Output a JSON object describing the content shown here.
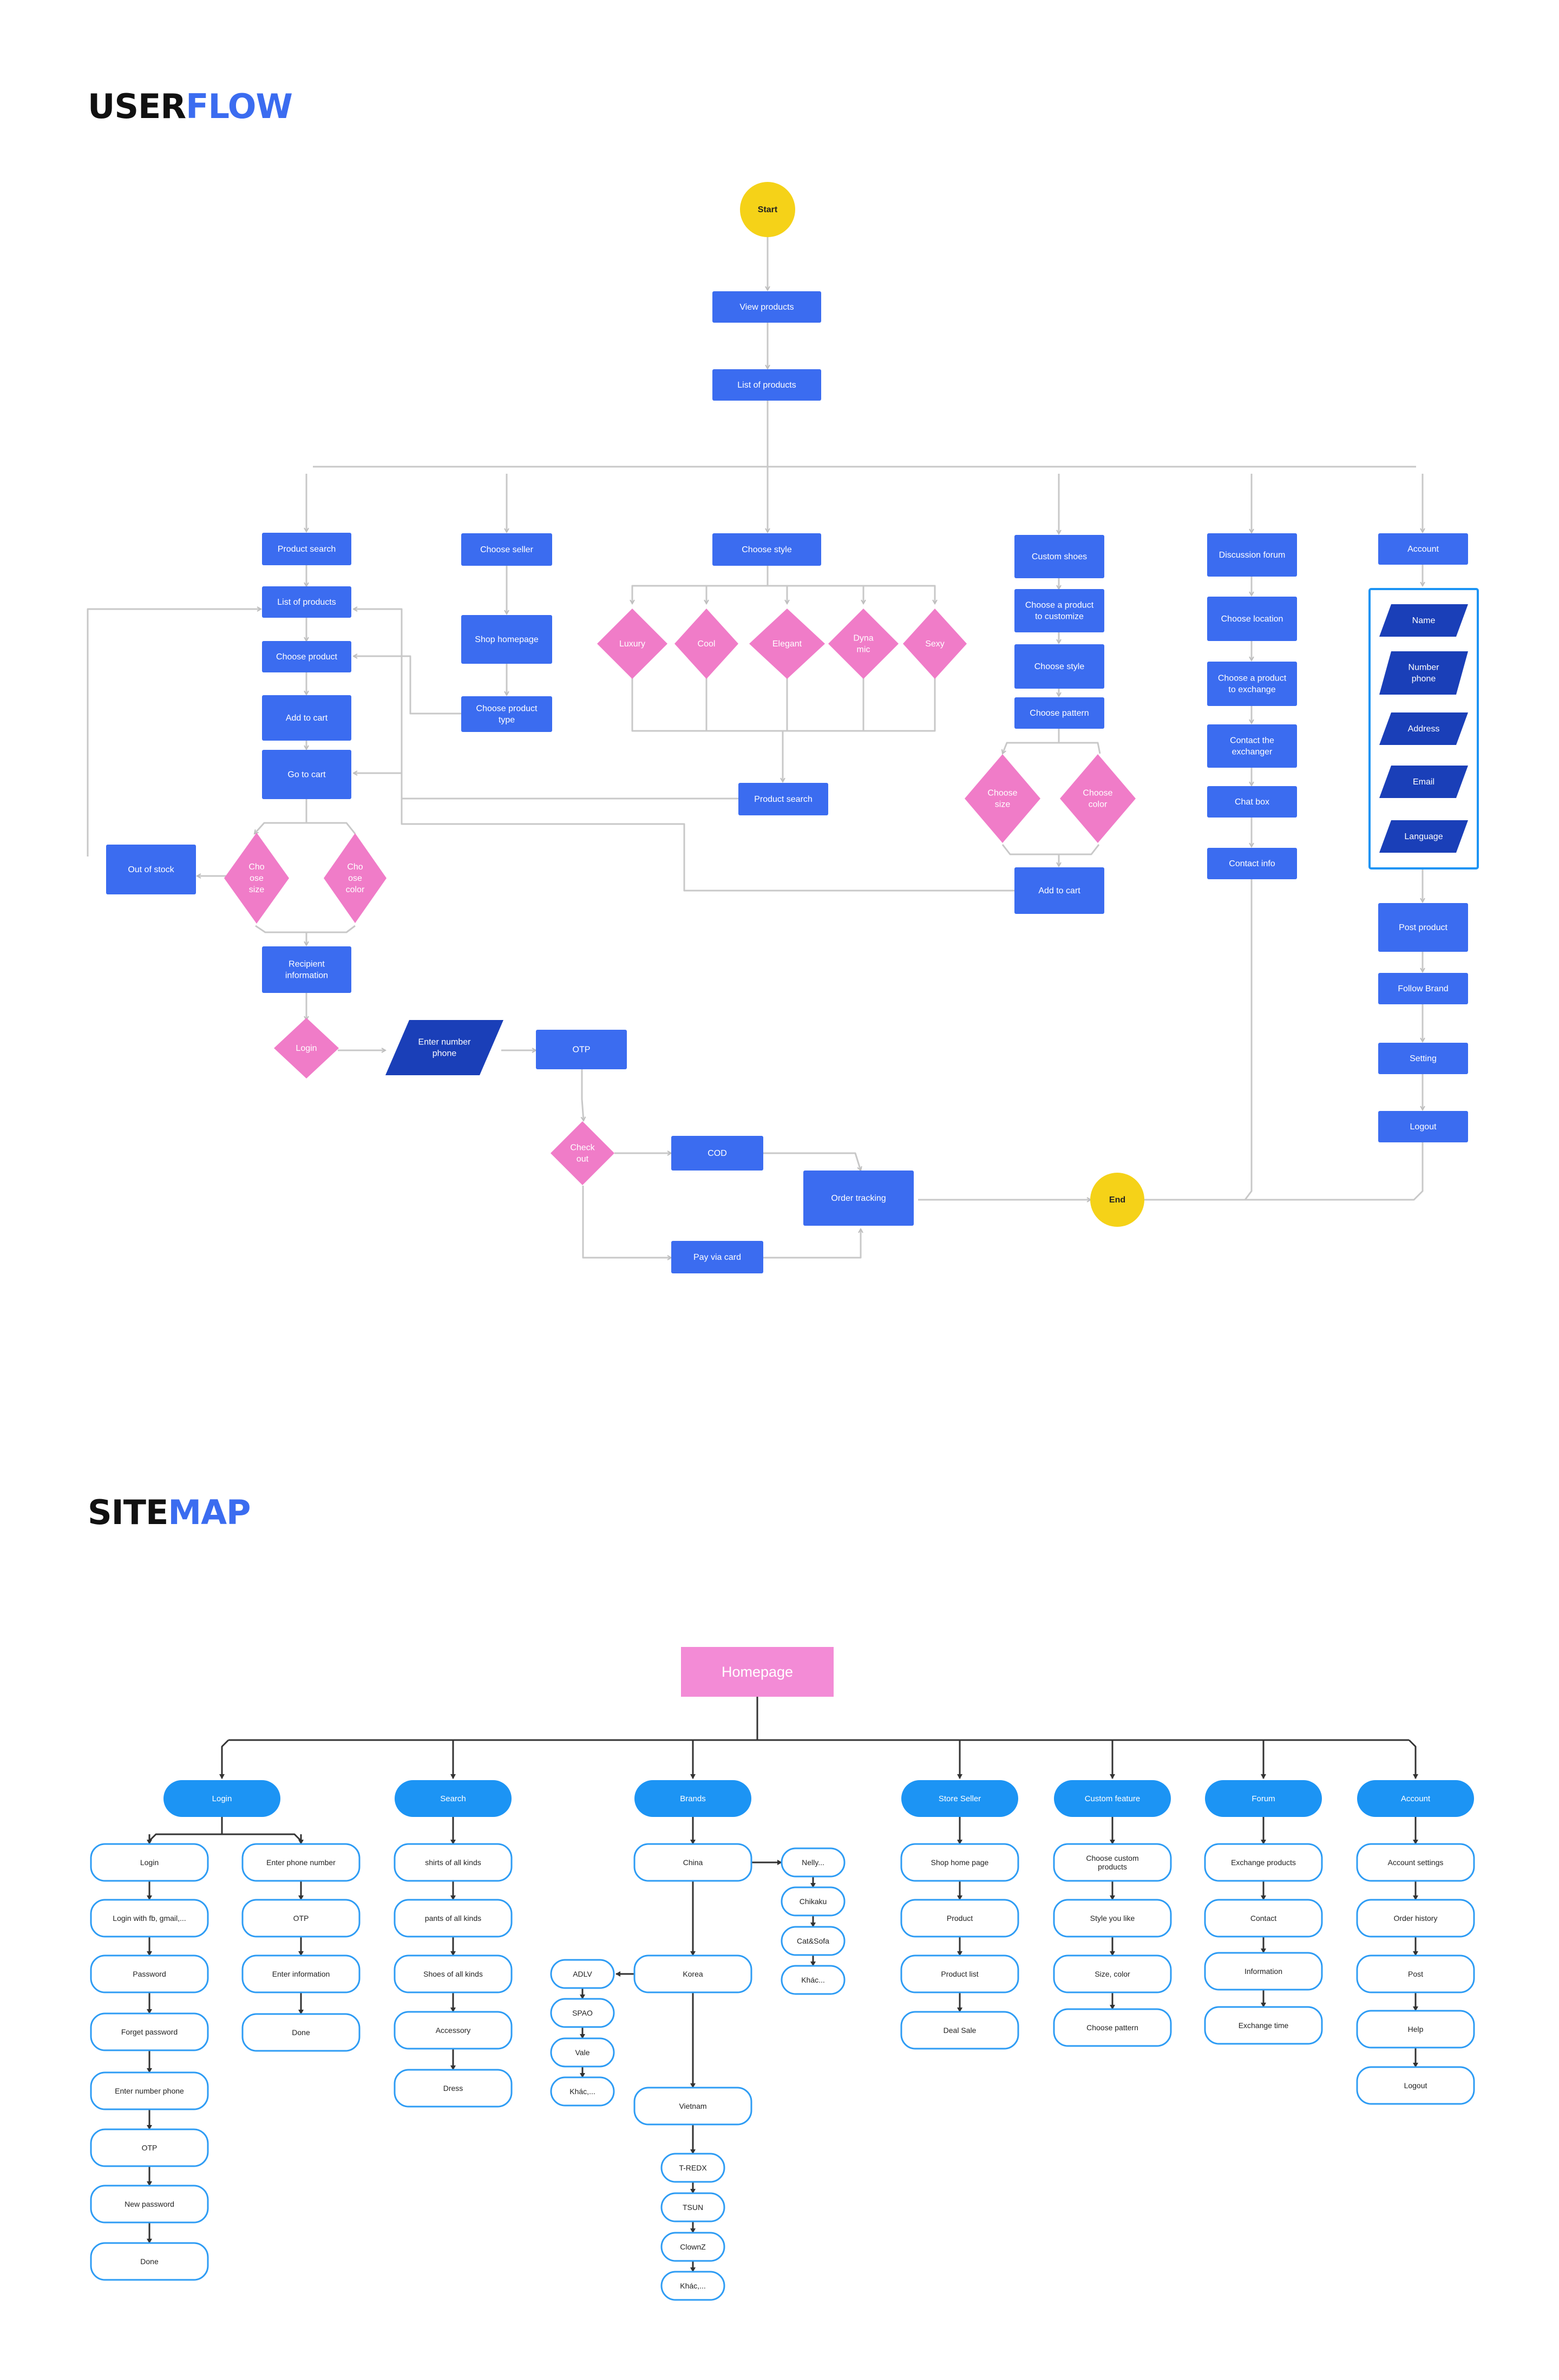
{
  "userflow": {
    "title_a": "USER",
    "title_b": "FLOW",
    "nodes": {
      "start": "Start",
      "view_products": "View products",
      "list_of_products_top": "List of products",
      "product_search": "Product search",
      "list_of_products": "List of products",
      "choose_product": "Choose product",
      "add_to_cart": "Add to cart",
      "go_to_cart": "Go to cart",
      "choose_size_left": "Cho\nose\nsize",
      "choose_color_left": "Cho\nose\ncolor",
      "out_of_stock": "Out of stock",
      "recipient_information": "Recipient\ninformation",
      "login": "Login",
      "enter_number_phone": "Enter number\nphone",
      "otp": "OTP",
      "check_out": "Check\nout",
      "cod": "COD",
      "pay_via_card": "Pay via card",
      "order_tracking": "Order tracking",
      "end": "End",
      "choose_seller": "Choose seller",
      "shop_homepage": "Shop homepage",
      "choose_product_type": "Choose product\ntype",
      "choose_style": "Choose style",
      "luxury": "Luxury",
      "cool": "Cool",
      "elegant": "Elegant",
      "dynamic": "Dyna\nmic",
      "sexy": "Sexy",
      "product_search_mid": "Product search",
      "custom_shoes": "Custom shoes",
      "choose_product_customize": "Choose a product\nto customize",
      "choose_style_custom": "Choose style",
      "choose_pattern": "Choose pattern",
      "choose_size_right": "Choose\nsize",
      "choose_color_right": "Choose\ncolor",
      "add_to_cart_right": "Add to cart",
      "discussion_forum": "Discussion forum",
      "choose_location": "Choose location",
      "choose_product_exchange": "Choose a product\nto exchange",
      "contact_exchanger": "Contact the\nexchanger",
      "chat_box": "Chat box",
      "contact_info": "Contact info",
      "account": "Account",
      "name": "Name",
      "number_phone": "Number\nphone",
      "address": "Address",
      "email": "Email",
      "language": "Language",
      "post_product": "Post product",
      "follow_brand": "Follow Brand",
      "setting": "Setting",
      "logout": "Logout"
    }
  },
  "sitemap": {
    "title_a": "SITE",
    "title_b": "MAP",
    "homepage": "Homepage",
    "columns": {
      "login": {
        "header": "Login",
        "left": [
          "Login",
          "Login with fb, gmail,...",
          "Password",
          "Forget password",
          "Enter number phone",
          "OTP",
          "New password",
          "Done"
        ],
        "right": [
          "Enter phone number",
          "OTP",
          "Enter information",
          "Done"
        ]
      },
      "search": {
        "header": "Search",
        "items": [
          "shirts of all kinds",
          "pants of all kinds",
          "Shoes of all kinds",
          "Accessory",
          "Dress"
        ]
      },
      "brands": {
        "header": "Brands",
        "china": "China",
        "china_items": [
          "Nelly...",
          "Chikaku",
          "Cat&Sofa",
          "Khác..."
        ],
        "korea": "Korea",
        "korea_items": [
          "ADLV",
          "SPAO",
          "Vale",
          "Khác,..."
        ],
        "vietnam": "Vietnam",
        "vietnam_items": [
          "T-REDX",
          "TSUN",
          "ClownZ",
          "Khác,..."
        ]
      },
      "store_seller": {
        "header": "Store Seller",
        "items": [
          "Shop home page",
          "Product",
          "Product list",
          "Deal Sale"
        ]
      },
      "custom_feature": {
        "header": "Custom feature",
        "items": [
          "Choose custom\nproducts",
          "Style you like",
          "Size, color",
          "Choose pattern"
        ]
      },
      "forum": {
        "header": "Forum",
        "items": [
          "Exchange products",
          "Contact",
          "Information",
          "Exchange time"
        ]
      },
      "account": {
        "header": "Account",
        "items": [
          "Account settings",
          "Order history",
          "Post",
          "Help",
          "Logout"
        ]
      }
    }
  },
  "colors": {
    "blue_box": "#3b6cf0",
    "dark_para": "#1a3fb8",
    "pink": "#f07cc8",
    "yellow": "#f5d218",
    "line": "#c8c8c8",
    "sky": "#1c94f4",
    "sky_border": "#2e9cf4",
    "home_pink": "#f38bd6"
  }
}
